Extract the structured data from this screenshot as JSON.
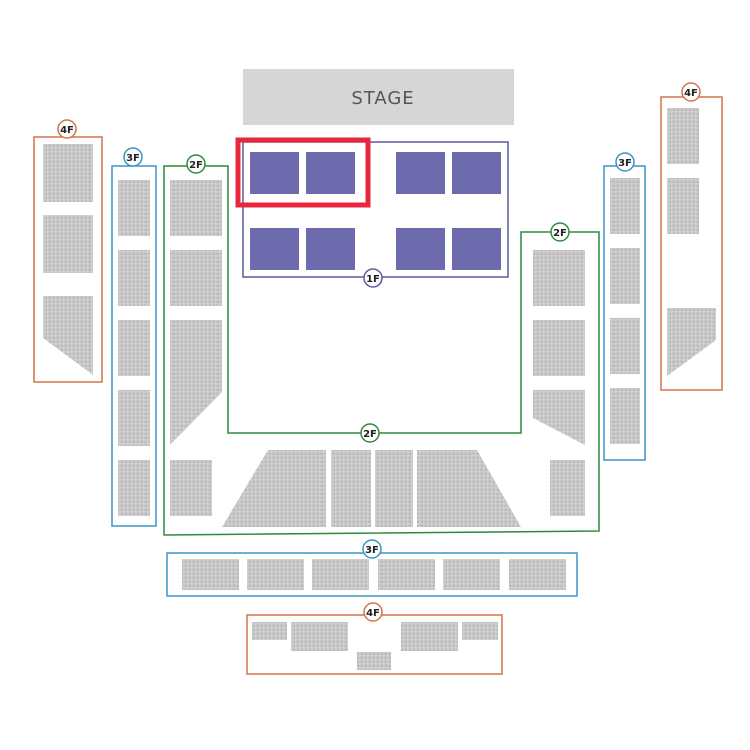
{
  "stage": {
    "label": "STAGE"
  },
  "floors": {
    "f1": {
      "label": "1F",
      "color": "#5b5a9e"
    },
    "f2": {
      "label": "2F",
      "color": "#2f8a3c"
    },
    "f3": {
      "label": "3F",
      "color": "#3a95c6"
    },
    "f4": {
      "label": "4F",
      "color": "#d2744a"
    }
  },
  "colors": {
    "stage": "#d6d6d6",
    "floor_seat": "#6e6aae",
    "upper_seat": "#cfcfcf",
    "seat_dots": "#b9b9b9",
    "selection": "#e8263c"
  },
  "selection": {
    "section_count": 2
  }
}
